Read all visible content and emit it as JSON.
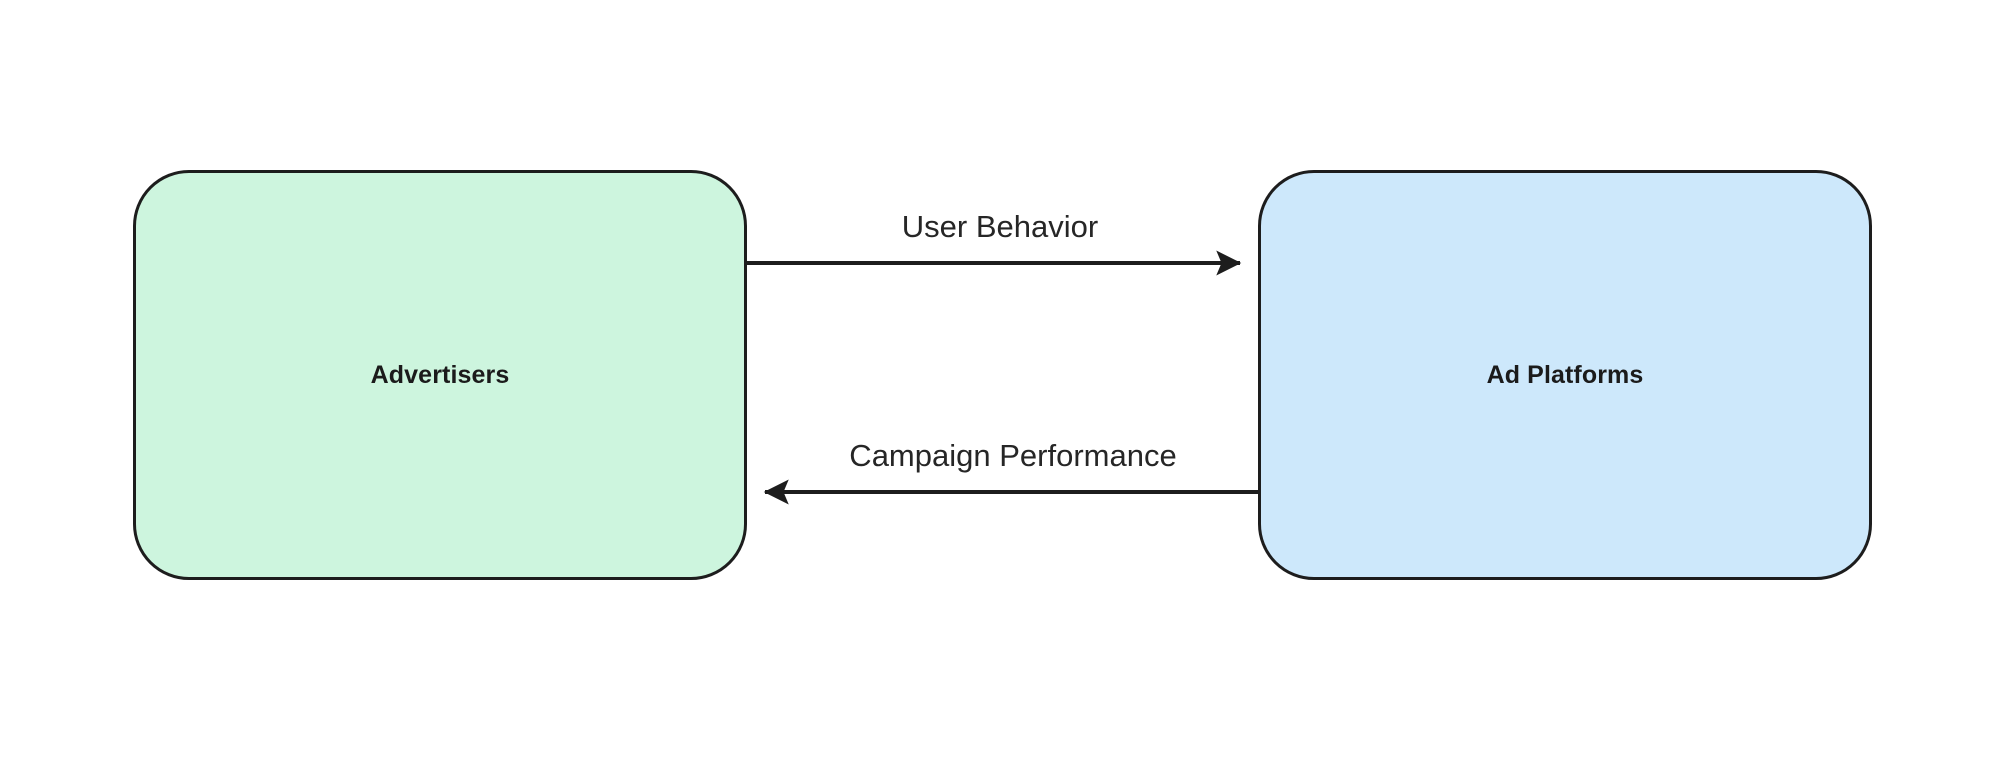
{
  "diagram": {
    "type": "flowchart",
    "orientation": "left-right",
    "background_color": "#ffffff",
    "nodes": [
      {
        "id": "advertisers",
        "label": "Advertisers",
        "shape": "rounded-rectangle",
        "fill_color": "#cdf5de",
        "stroke_color": "#1d1d1d",
        "text_color": "#1b1b1b"
      },
      {
        "id": "ad-platforms",
        "label": "Ad Platforms",
        "shape": "rounded-rectangle",
        "fill_color": "#cde8fb",
        "stroke_color": "#1d1d1d",
        "text_color": "#1b1b1b"
      }
    ],
    "edges": [
      {
        "id": "edge-user-behavior",
        "label": "User Behavior",
        "from": "advertisers",
        "to": "ad-platforms",
        "direction": "right",
        "arrowhead": "filled-triangle",
        "line_color": "#1d1d1d",
        "text_color": "#262626"
      },
      {
        "id": "edge-campaign-performance",
        "label": "Campaign Performance",
        "from": "ad-platforms",
        "to": "advertisers",
        "direction": "left",
        "arrowhead": "filled-triangle",
        "line_color": "#1d1d1d",
        "text_color": "#262626"
      }
    ]
  }
}
